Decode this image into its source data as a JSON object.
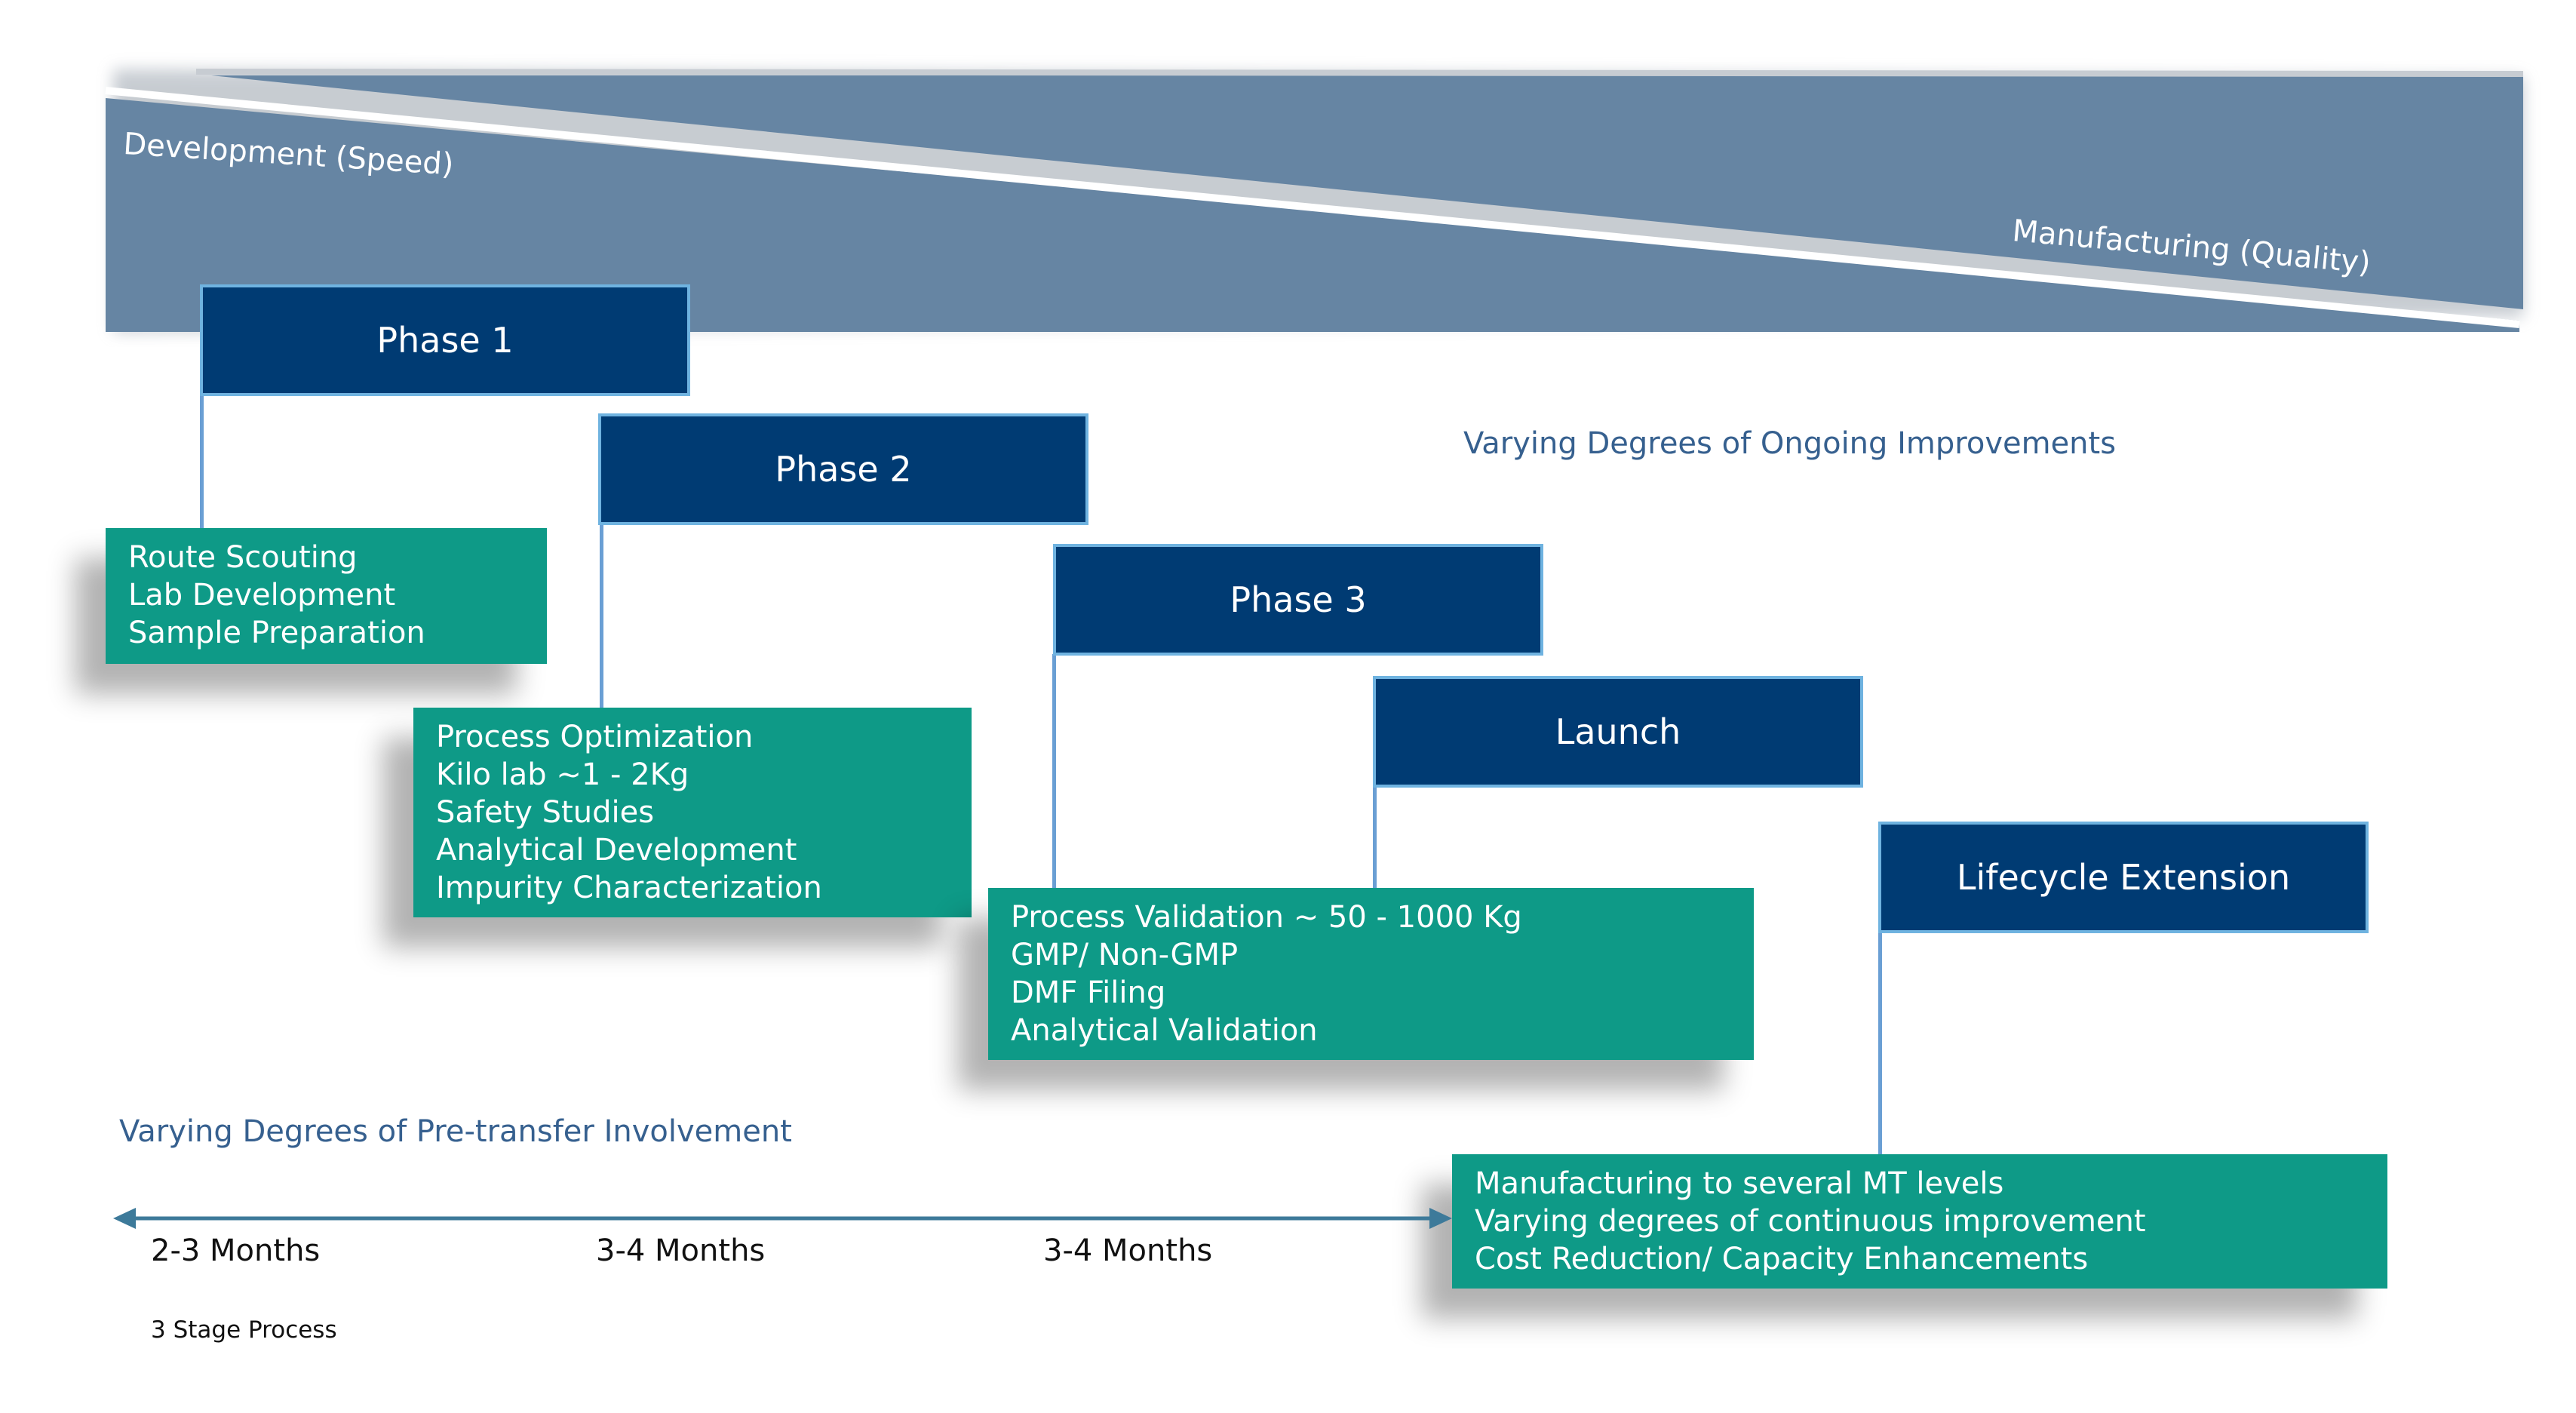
{
  "band": {
    "left_label": "Development (Speed)",
    "right_label": "Manufacturing (Quality)",
    "color": "#6685a3"
  },
  "phases": [
    {
      "label": "Phase 1"
    },
    {
      "label": "Phase 2"
    },
    {
      "label": "Phase 3"
    },
    {
      "label": "Launch"
    },
    {
      "label": "Lifecycle Extension"
    }
  ],
  "activities": {
    "phase1": [
      "Route Scouting",
      "Lab Development",
      "Sample Preparation"
    ],
    "phase2": [
      "Process Optimization",
      "Kilo lab ~1 - 2Kg",
      "Safety Studies",
      "Analytical Development",
      "Impurity Characterization"
    ],
    "phase3": [
      "Process Validation ~ 50 - 1000 Kg",
      "GMP/ Non-GMP",
      "DMF Filing",
      "Analytical Validation"
    ],
    "lifecycle": [
      "Manufacturing to several MT levels",
      "Varying degrees of continuous improvement",
      "Cost Reduction/ Capacity Enhancements"
    ]
  },
  "notes": {
    "ongoing": "Varying Degrees of Ongoing Improvements",
    "pretransfer": "Varying Degrees of Pre-transfer Involvement"
  },
  "timeline": {
    "durations": [
      "2-3 Months",
      "3-4 Months",
      "3-4 Months"
    ],
    "caption": "3 Stage Process"
  },
  "colors": {
    "phase_box": "#003b73",
    "activity_box": "#0e9a87",
    "note_text": "#36608f"
  }
}
